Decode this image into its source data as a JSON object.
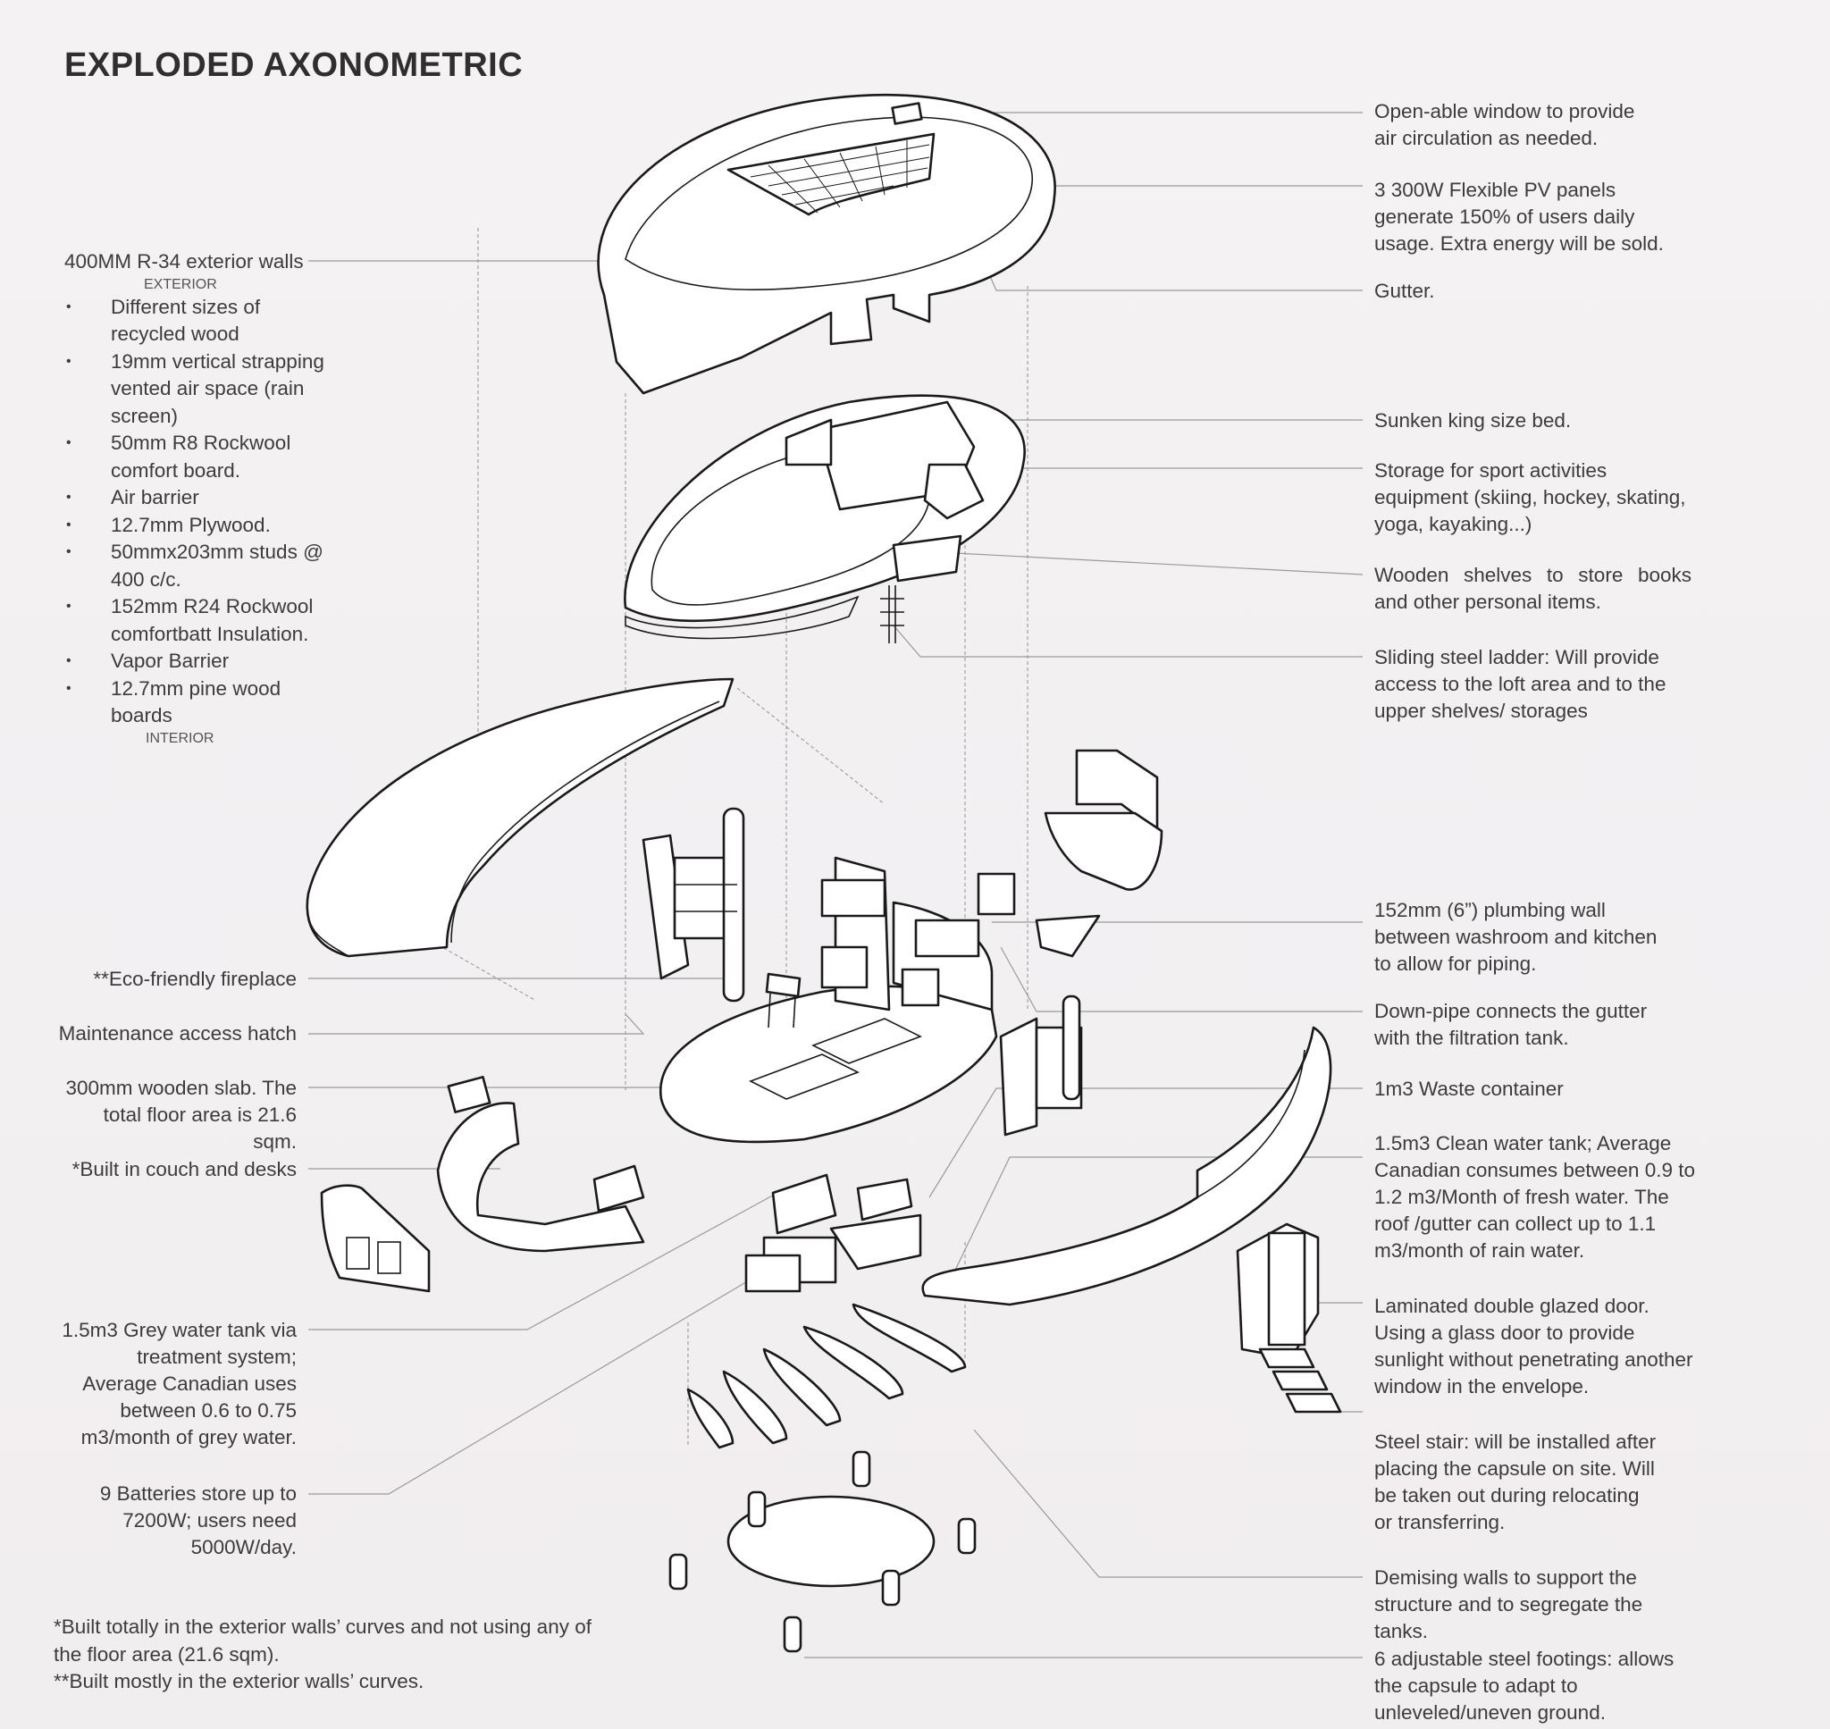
{
  "title": "EXPLODED AXONOMETRIC",
  "exterior_walls": {
    "heading": "400MM R-34 exterior walls",
    "exterior_tag": "EXTERIOR",
    "layers": [
      "Different sizes of recycled wood",
      "19mm vertical strapping vented air space (rain screen)",
      "50mm R8 Rockwool comfort board.",
      "Air barrier",
      "12.7mm Plywood.",
      "50mmx203mm studs @ 400 c/c.",
      "152mm R24 Rockwool comfortbatt Insulation.",
      "Vapor Barrier",
      "12.7mm pine wood boards"
    ],
    "interior_tag": "INTERIOR"
  },
  "left_labels": {
    "fireplace": "**Eco-friendly fireplace",
    "hatch": "Maintenance access hatch",
    "slab": "300mm wooden slab. The total floor area is 21.6 sqm.",
    "couch": "*Built in couch and desks",
    "grey_tank": "1.5m3 Grey water tank via treatment system; Average Canadian uses between 0.6 to 0.75 m3/month of grey water.",
    "batteries": "9 Batteries store up to 7200W; users need 5000W/day."
  },
  "right_labels": {
    "window": "Open-able window to provide air circulation as needed.",
    "pv": "3 300W Flexible PV panels generate 150% of users daily usage. Extra energy will be sold.",
    "gutter": "Gutter.",
    "bed": "Sunken king size bed.",
    "storage": "Storage for sport activities equipment (skiing, hockey, skating, yoga, kayaking...)",
    "shelves": "Wooden shelves to store books and other personal items.",
    "ladder": "Sliding steel ladder: Will provide access to the loft area and to the upper shelves/ storages",
    "plumbing": "152mm (6”) plumbing wall between washroom and kitchen to allow for piping.",
    "downpipe": "Down-pipe connects the gutter with the filtration tank.",
    "waste": "1m3 Waste container",
    "clean_tank": "1.5m3 Clean water tank; Average Canadian consumes between 0.9 to 1.2 m3/Month of fresh water. The roof /gutter can collect up to 1.1 m3/month of rain water.",
    "door": "Laminated double glazed door. Using a glass door to provide sunlight without penetrating another window in the envelope.",
    "stair": "Steel stair: will be installed after placing the capsule on site. Will be taken out during relocating or transferring.",
    "demising": "Demising walls to support the structure and to segregate the tanks.",
    "footings": "6 adjustable steel footings: allows the capsule to adapt to unleveled/uneven ground."
  },
  "footnotes": {
    "single": "*Built totally in the exterior walls’ curves and not using any of the floor area (21.6 sqm).",
    "double": "**Built mostly in the exterior walls’ curves."
  }
}
